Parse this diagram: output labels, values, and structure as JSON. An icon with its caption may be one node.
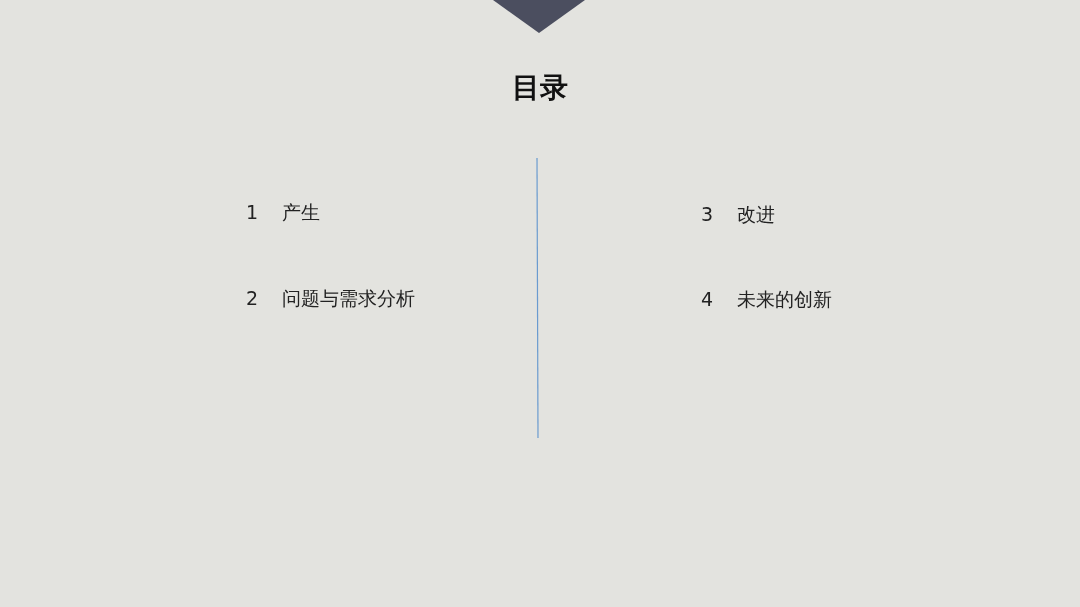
{
  "diagram": {
    "title": "目录",
    "labels": [
      "1",
      "产生",
      "3",
      "改进",
      "2",
      "问题与需求分析",
      "4",
      "未来的创新"
    ]
  }
}
